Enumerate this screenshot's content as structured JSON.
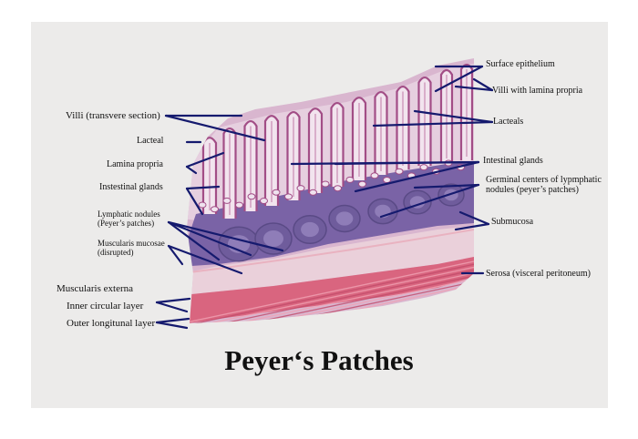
{
  "title": "Peyer‘s Patches",
  "labels": {
    "surface_epithelium": "Surface epithelium",
    "villi_lamina_propria": "Villi with lamina propria",
    "lacteals": "Lacteals",
    "intestinal_glands_right": "Intestinal glands",
    "germinal_centers_line1": "Germinal centers of lypmphatic",
    "germinal_centers_line2": "nodules (peyer’s patches)",
    "submucosa": "Submucosa",
    "serosa": "Serosa (visceral peritoneum)",
    "villi_transverse": "Villi (transvere section)",
    "lacteal": "Lacteal",
    "lamina_propria": "Lamina propria",
    "intestinal_glands_left": "Instestinal glands",
    "lymphatic_nodules_line1": "Lymphatic nodules",
    "lymphatic_nodules_line2": "(Peyer’s patches)",
    "muscularis_mucosae_line1": "Muscularis mucosae",
    "muscularis_mucosae_line2": "(disrupted)",
    "muscularis_externa": "Muscularis externa",
    "inner_circular": "Inner circular layer",
    "outer_longitudinal": "Outer longitunal layer"
  },
  "colors": {
    "leader_line": "#151a6e",
    "mucosa": "#d9b6cf",
    "villus_outline": "#a24d86",
    "gland_purple": "#7a63a6",
    "nodule": "#6f5c9c",
    "submucosa": "#ead0da",
    "muscularis": "#d9657f",
    "serosa": "#f0c9d3"
  }
}
